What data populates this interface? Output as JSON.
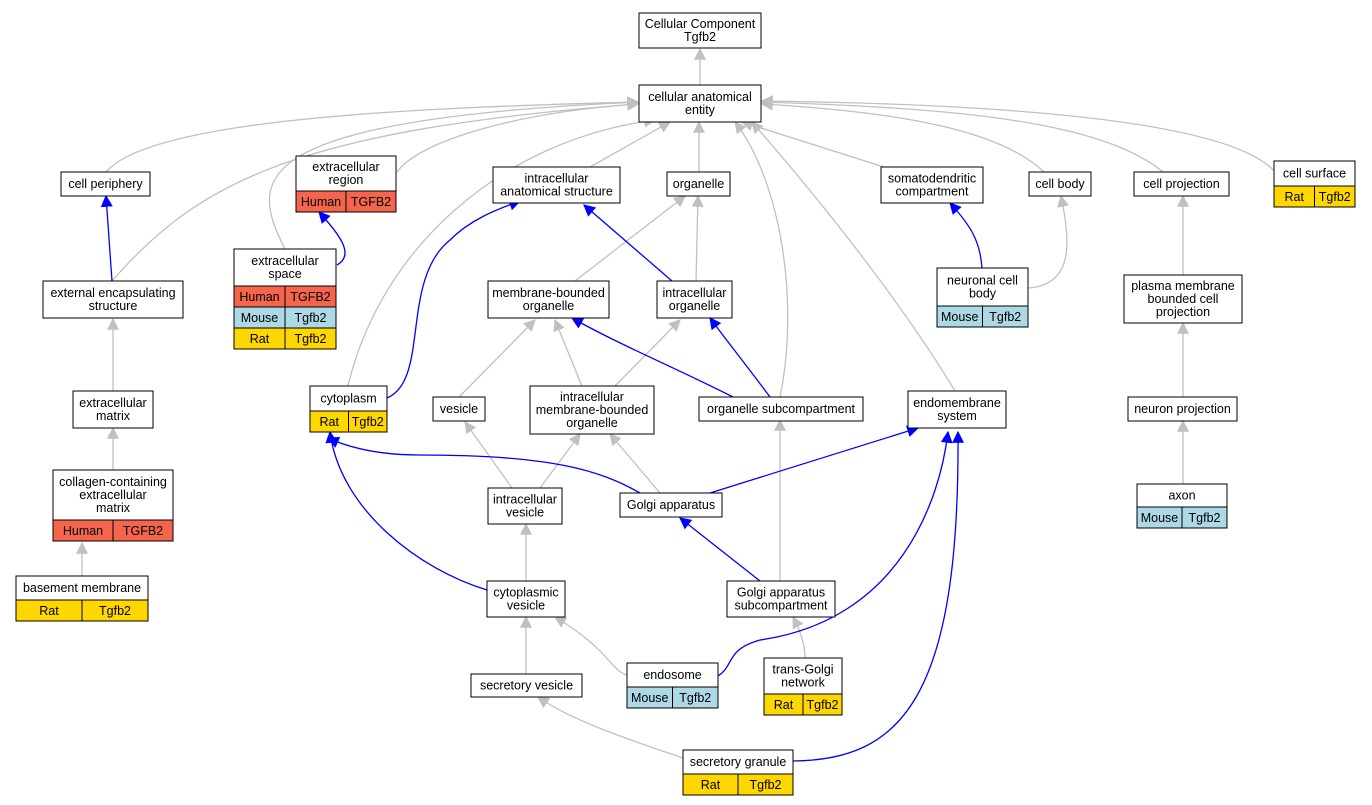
{
  "colors": {
    "human": "#f4654b",
    "mouse": "#add8e6",
    "rat": "#ffd700",
    "is_a_edge": "#c0c0c0",
    "part_of_edge": "#0000ff"
  },
  "nodes": {
    "root": {
      "lines": [
        "Cellular Component",
        "Tgfb2"
      ]
    },
    "cae": {
      "lines": [
        "cellular anatomical",
        "entity"
      ]
    },
    "cell_periphery": {
      "lines": [
        "cell periphery"
      ]
    },
    "extracellular_region": {
      "lines": [
        "extracellular",
        "region"
      ],
      "annotations": [
        {
          "species": "Human",
          "gene": "TGFB2"
        }
      ]
    },
    "intracellular_anat": {
      "lines": [
        "intracellular",
        "anatomical structure"
      ]
    },
    "organelle": {
      "lines": [
        "organelle"
      ]
    },
    "somatodendritic": {
      "lines": [
        "somatodendritic",
        "compartment"
      ]
    },
    "cell_body": {
      "lines": [
        "cell body"
      ]
    },
    "cell_projection": {
      "lines": [
        "cell projection"
      ]
    },
    "cell_surface": {
      "lines": [
        "cell surface"
      ],
      "annotations": [
        {
          "species": "Rat",
          "gene": "Tgfb2"
        }
      ]
    },
    "external_encap": {
      "lines": [
        "external encapsulating",
        "structure"
      ]
    },
    "extracellular_space": {
      "lines": [
        "extracellular",
        "space"
      ],
      "annotations": [
        {
          "species": "Human",
          "gene": "TGFB2"
        },
        {
          "species": "Mouse",
          "gene": "Tgfb2"
        },
        {
          "species": "Rat",
          "gene": "Tgfb2"
        }
      ]
    },
    "membrane_bounded_org": {
      "lines": [
        "membrane-bounded",
        "organelle"
      ]
    },
    "intracellular_org": {
      "lines": [
        "intracellular",
        "organelle"
      ]
    },
    "neuronal_cell_body": {
      "lines": [
        "neuronal cell",
        "body"
      ],
      "annotations": [
        {
          "species": "Mouse",
          "gene": "Tgfb2"
        }
      ]
    },
    "plasma_membrane_proj": {
      "lines": [
        "plasma membrane",
        "bounded cell",
        "projection"
      ]
    },
    "extracellular_matrix": {
      "lines": [
        "extracellular",
        "matrix"
      ]
    },
    "cytoplasm": {
      "lines": [
        "cytoplasm"
      ],
      "annotations": [
        {
          "species": "Rat",
          "gene": "Tgfb2"
        }
      ]
    },
    "vesicle": {
      "lines": [
        "vesicle"
      ]
    },
    "intracellular_mbo": {
      "lines": [
        "intracellular",
        "membrane-bounded",
        "organelle"
      ]
    },
    "organelle_subcomp": {
      "lines": [
        "organelle subcompartment"
      ]
    },
    "endomembrane": {
      "lines": [
        "endomembrane",
        "system"
      ]
    },
    "neuron_projection": {
      "lines": [
        "neuron projection"
      ]
    },
    "collagen_ecm": {
      "lines": [
        "collagen-containing",
        "extracellular",
        "matrix"
      ],
      "annotations": [
        {
          "species": "Human",
          "gene": "TGFB2"
        }
      ]
    },
    "intracellular_vesicle": {
      "lines": [
        "intracellular",
        "vesicle"
      ]
    },
    "golgi": {
      "lines": [
        "Golgi apparatus"
      ]
    },
    "axon": {
      "lines": [
        "axon"
      ],
      "annotations": [
        {
          "species": "Mouse",
          "gene": "Tgfb2"
        }
      ]
    },
    "basement_membrane": {
      "lines": [
        "basement membrane"
      ],
      "annotations": [
        {
          "species": "Rat",
          "gene": "Tgfb2"
        }
      ]
    },
    "cytoplasmic_vesicle": {
      "lines": [
        "cytoplasmic",
        "vesicle"
      ]
    },
    "golgi_subcomp": {
      "lines": [
        "Golgi apparatus",
        "subcompartment"
      ]
    },
    "endosome": {
      "lines": [
        "endosome"
      ],
      "annotations": [
        {
          "species": "Mouse",
          "gene": "Tgfb2"
        }
      ]
    },
    "trans_golgi": {
      "lines": [
        "trans-Golgi",
        "network"
      ],
      "annotations": [
        {
          "species": "Rat",
          "gene": "Tgfb2"
        }
      ]
    },
    "secretory_vesicle": {
      "lines": [
        "secretory vesicle"
      ]
    },
    "secretory_granule": {
      "lines": [
        "secretory granule"
      ],
      "annotations": [
        {
          "species": "Rat",
          "gene": "Tgfb2"
        }
      ]
    }
  }
}
